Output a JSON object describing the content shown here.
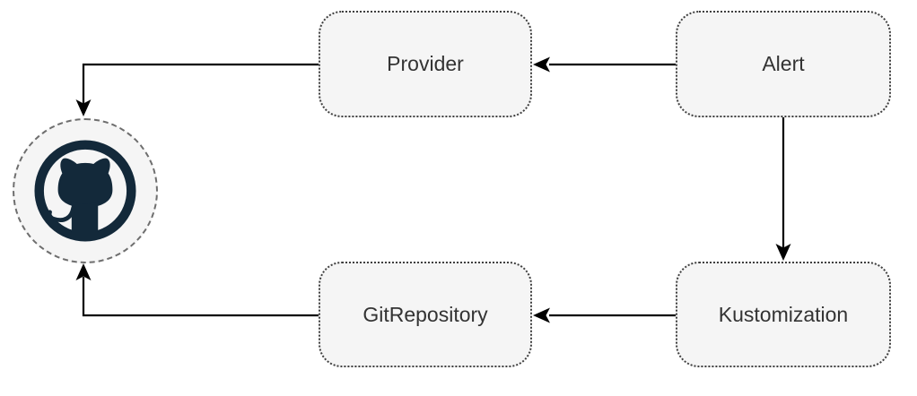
{
  "diagram": {
    "type": "flow-diagram",
    "nodes": {
      "provider": {
        "label": "Provider"
      },
      "alert": {
        "label": "Alert"
      },
      "gitrepository": {
        "label": "GitRepository"
      },
      "kustomization": {
        "label": "Kustomization"
      },
      "github": {
        "label": "",
        "icon": "github-octocat-icon"
      }
    },
    "edges": [
      {
        "from": "Alert",
        "to": "Provider"
      },
      {
        "from": "Provider",
        "to": "GitHub"
      },
      {
        "from": "Alert",
        "to": "Kustomization"
      },
      {
        "from": "Kustomization",
        "to": "GitRepository"
      },
      {
        "from": "GitRepository",
        "to": "GitHub"
      }
    ]
  },
  "colors": {
    "node_bg": "#f5f5f5",
    "node_border": "#3f3f3f",
    "node_text": "#333333",
    "circle_bg": "#f5f5f5",
    "circle_border": "#6e6e6e",
    "github_mark": "#13293a",
    "arrow": "#000000"
  }
}
